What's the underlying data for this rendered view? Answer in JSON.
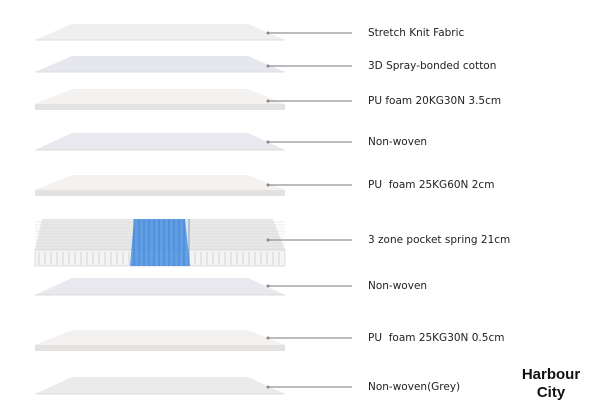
{
  "layers": [
    {
      "label": "Stretch Knit Fabric",
      "kind": "sheet",
      "color": "#efefef"
    },
    {
      "label": "3D Spray-bonded cotton",
      "kind": "sheet",
      "color": "#e6e6ee"
    },
    {
      "label": "PU foam 20KG30N 3.5cm",
      "kind": "foam",
      "color": "#f4f2f0"
    },
    {
      "label": "Non-woven",
      "kind": "sheet",
      "color": "#e8e8ee"
    },
    {
      "label": "PU  foam 25KG60N 2cm",
      "kind": "foam",
      "color": "#f4f2ef"
    },
    {
      "label": "3 zone pocket spring 21cm",
      "kind": "spring",
      "color": "#e8e8e8",
      "accent": "#4a90e2"
    },
    {
      "label": "Non-woven",
      "kind": "sheet",
      "color": "#e8e8ee"
    },
    {
      "label": "PU  foam 25KG30N 0.5cm",
      "kind": "foam",
      "color": "#f3f1ef"
    },
    {
      "label": "Non-woven(Grey)",
      "kind": "sheet",
      "color": "#ebebeb"
    }
  ],
  "brand": {
    "line1": "Harbour",
    "line2": "City"
  }
}
